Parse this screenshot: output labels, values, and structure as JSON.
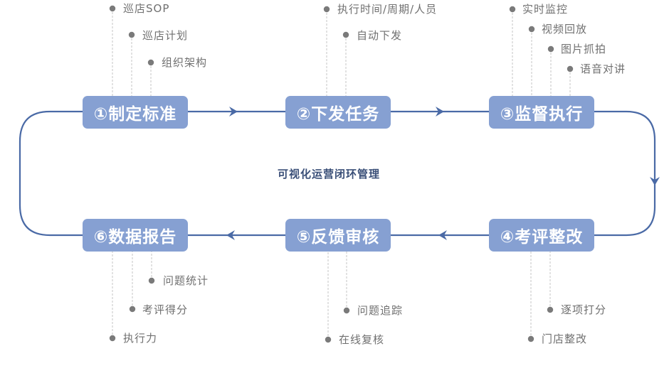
{
  "title": "可视化运营闭环管理",
  "colors": {
    "box_fill": "#86a0d2",
    "line": "#4a6aa6",
    "dashed_connector": "#c4c4c4",
    "bullet": "#7a7a7a",
    "subitem_text": "#707070",
    "title_text": "#3a4f78"
  },
  "steps": [
    {
      "label": "①制定标准",
      "items": [
        "巡店SOP",
        "巡店计划",
        "组织架构"
      ]
    },
    {
      "label": "②下发任务",
      "items": [
        "执行时间/周期/人员",
        "自动下发"
      ]
    },
    {
      "label": "③监督执行",
      "items": [
        "实时监控",
        "视频回放",
        "图片抓拍",
        "语音对讲"
      ]
    },
    {
      "label": "④考评整改",
      "items": [
        "逐项打分",
        "门店整改"
      ]
    },
    {
      "label": "⑤反馈审核",
      "items": [
        "问题追踪",
        "在线复核"
      ]
    },
    {
      "label": "⑥数据报告",
      "items": [
        "问题统计",
        "考评得分",
        "执行力"
      ]
    }
  ],
  "flow": [
    "①制定标准",
    "②下发任务",
    "③监督执行",
    "④考评整改",
    "⑤反馈审核",
    "⑥数据报告"
  ]
}
